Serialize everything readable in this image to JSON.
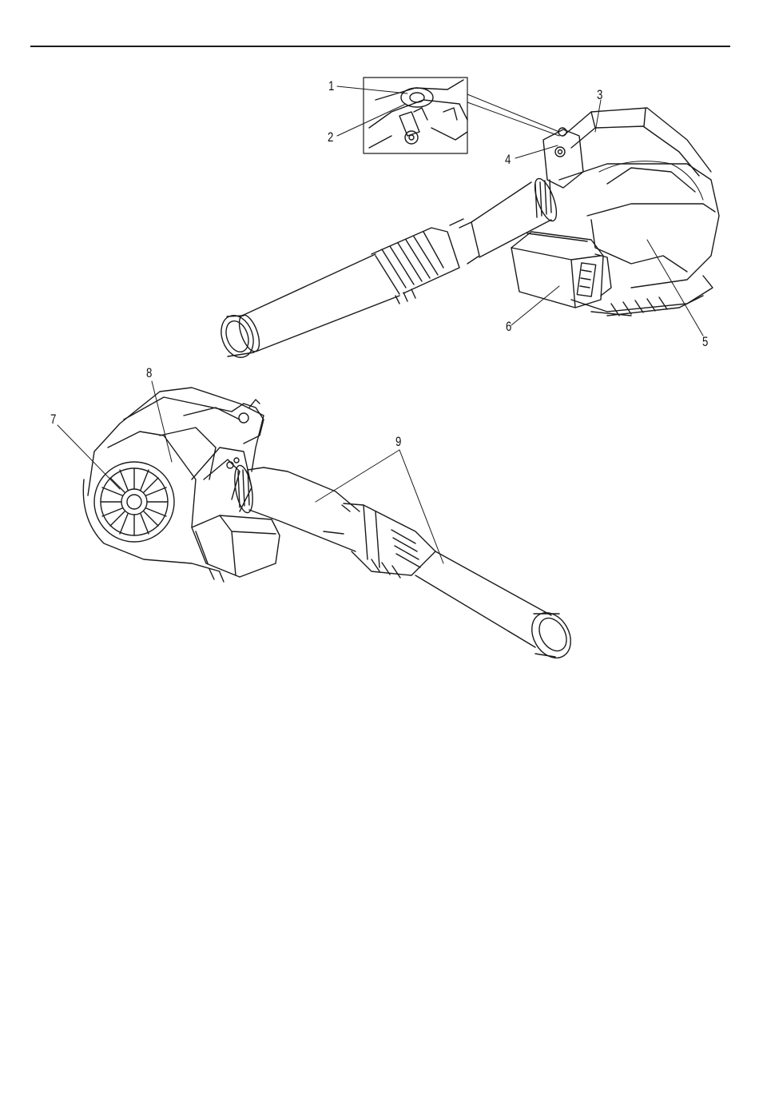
{
  "callouts": {
    "c1": "1",
    "c2": "2",
    "c3": "3",
    "c4": "4",
    "c5": "5",
    "c6": "6",
    "c7": "7",
    "c8": "8",
    "c9": "9"
  },
  "colors": {
    "line": "#1a1a1a",
    "shade": "#d9d9d9",
    "paper": "#ffffff"
  }
}
